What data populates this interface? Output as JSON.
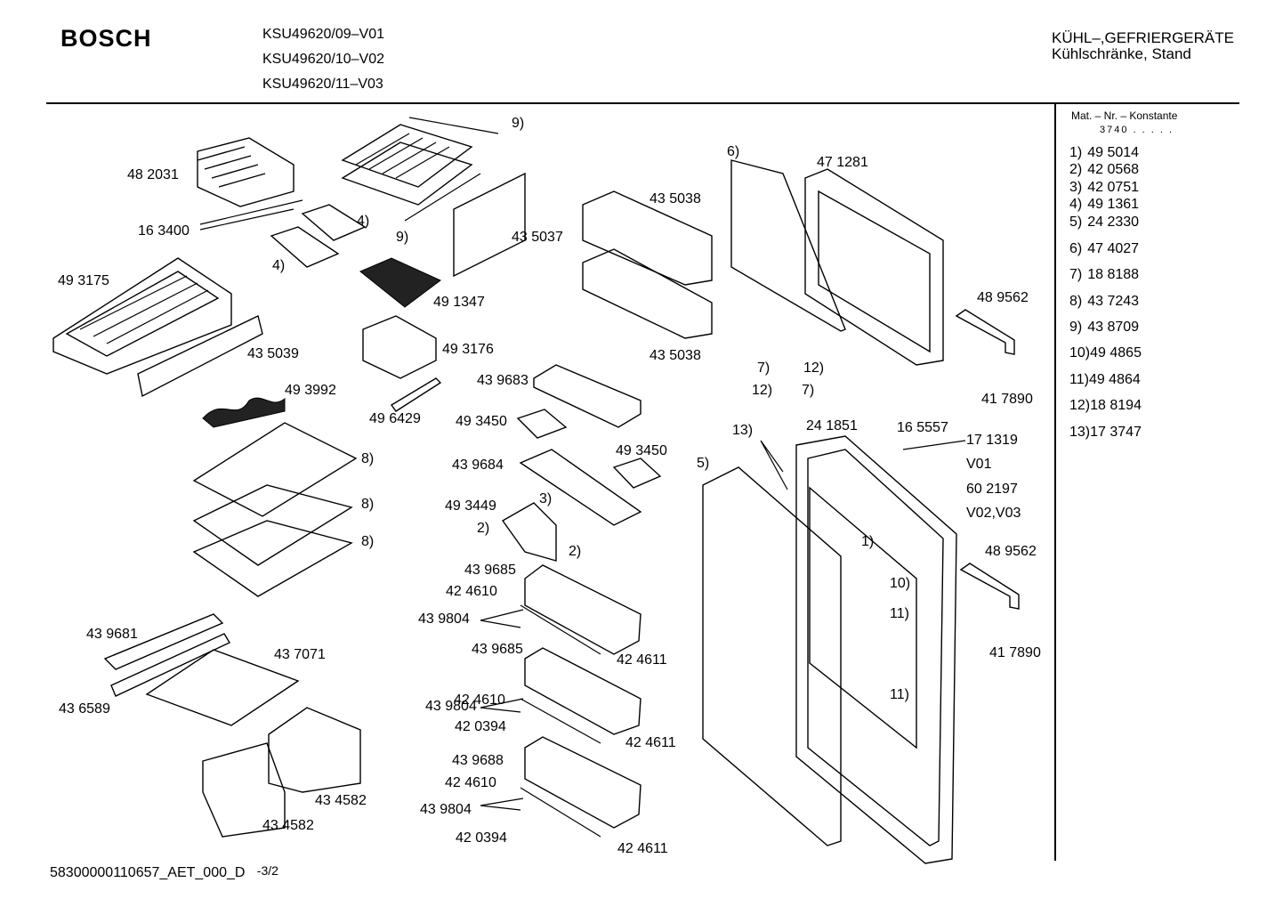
{
  "header": {
    "brand": "BOSCH",
    "models": [
      "KSU49620/09–V01",
      "KSU49620/10–V02",
      "KSU49620/11–V03"
    ],
    "category": "KÜHL–,GEFRIERGERÄTE",
    "subcategory": "Kühlschränke, Stand"
  },
  "legend": {
    "heading": "Mat. – Nr. – Konstante",
    "constant": "3740  .  .  .  .  .",
    "items": [
      {
        "key": "1)",
        "value": "49 5014"
      },
      {
        "key": "2)",
        "value": "42 0568"
      },
      {
        "key": "3)",
        "value": "42 0751"
      },
      {
        "key": "4)",
        "value": "49 1361"
      },
      {
        "key": "5)",
        "value": "24 2330"
      },
      {
        "key": "6)",
        "value": "47 4027"
      },
      {
        "key": "7)",
        "value": "18 8188"
      },
      {
        "key": "8)",
        "value": "43 7243"
      },
      {
        "key": "9)",
        "value": "43 8709"
      },
      {
        "key": "10)",
        "value": "49 4865"
      },
      {
        "key": "11)",
        "value": "49 4864"
      },
      {
        "key": "12)",
        "value": "18 8194"
      },
      {
        "key": "13)",
        "value": "17 3747"
      }
    ]
  },
  "parts": [
    "48 2031",
    "16 3400",
    "49 3175",
    "43 5039",
    "49 3992",
    "9)",
    "9)",
    "4)",
    "4)",
    "49 1347",
    "43 5037",
    "49 3176",
    "49 6429",
    "43 5038",
    "43 5038",
    "6)",
    "47 1281",
    "48 9562",
    "41 7890",
    "7)",
    "12)",
    "12)",
    "7)",
    "8)",
    "8)",
    "8)",
    "43 9683",
    "49 3450",
    "43 9684",
    "49 3450",
    "3)",
    "49 3449",
    "2)",
    "2)",
    "13)",
    "24 1851",
    "16 5557",
    "17 1319",
    "V01",
    "60 2197",
    "V02,V03",
    "5)",
    "1)",
    "10)",
    "11)",
    "11)",
    "48 9562",
    "41 7890",
    "43 9681",
    "43 7071",
    "43 6589",
    "43 4582",
    "43 4582",
    "43 9685",
    "42 4610",
    "43 9804",
    "43 9685",
    "42 4611",
    "42 4610",
    "43 9804",
    "42 0394",
    "42 4611",
    "43 9688",
    "42 4610",
    "43 9804",
    "42 0394",
    "42 4611"
  ],
  "footer": {
    "doc_id": "58300000110657_AET_000_D",
    "page": "-3/2"
  }
}
